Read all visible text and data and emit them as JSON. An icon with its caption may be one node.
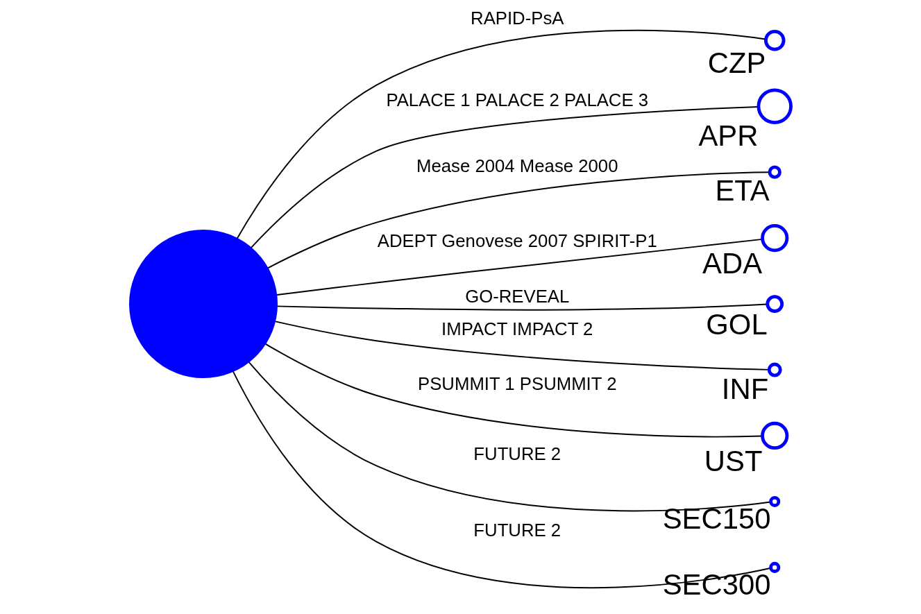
{
  "diagram": {
    "nodes": [
      {
        "text": [
          "CZP"
        ]
      },
      {
        "text": [
          "APR"
        ]
      },
      {
        "text": [
          "ETA"
        ]
      },
      {
        "text": [
          "ADA"
        ]
      },
      {
        "text": [],
        "shape": "circle"
      },
      {
        "text": [
          "GOL"
        ]
      },
      {
        "text": [
          "INF"
        ]
      },
      {
        "text": [
          "UST"
        ]
      },
      {
        "text": [
          "SEC150"
        ]
      },
      {
        "text": [
          "SEC300"
        ]
      }
    ],
    "edges": [
      {
        "from": 4,
        "to": 0,
        "arrow": "none",
        "label": "RAPID-PsA"
      },
      {
        "from": 4,
        "to": 1,
        "arrow": "none",
        "label": "PALACE 1 PALACE 2 PALACE 3"
      },
      {
        "from": 4,
        "to": 2,
        "arrow": "none",
        "label": "Mease 2004 Mease 2000"
      },
      {
        "from": 4,
        "to": 3,
        "arrow": "none",
        "label": "ADEPT Genovese 2007 SPIRIT-P1"
      },
      {
        "from": 4,
        "to": 5,
        "arrow": "none",
        "label": "GO-REVEAL"
      },
      {
        "from": 4,
        "to": 6,
        "arrow": "none",
        "label": "IMPACT IMPACT 2"
      },
      {
        "from": 4,
        "to": 7,
        "arrow": "none",
        "label": "PSUMMIT 1 PSUMMIT 2"
      },
      {
        "from": 4,
        "to": 8,
        "arrow": "none",
        "label": "FUTURE 2"
      },
      {
        "from": 4,
        "to": 9,
        "arrow": "none",
        "label": "FUTURE 2"
      }
    ]
  }
}
